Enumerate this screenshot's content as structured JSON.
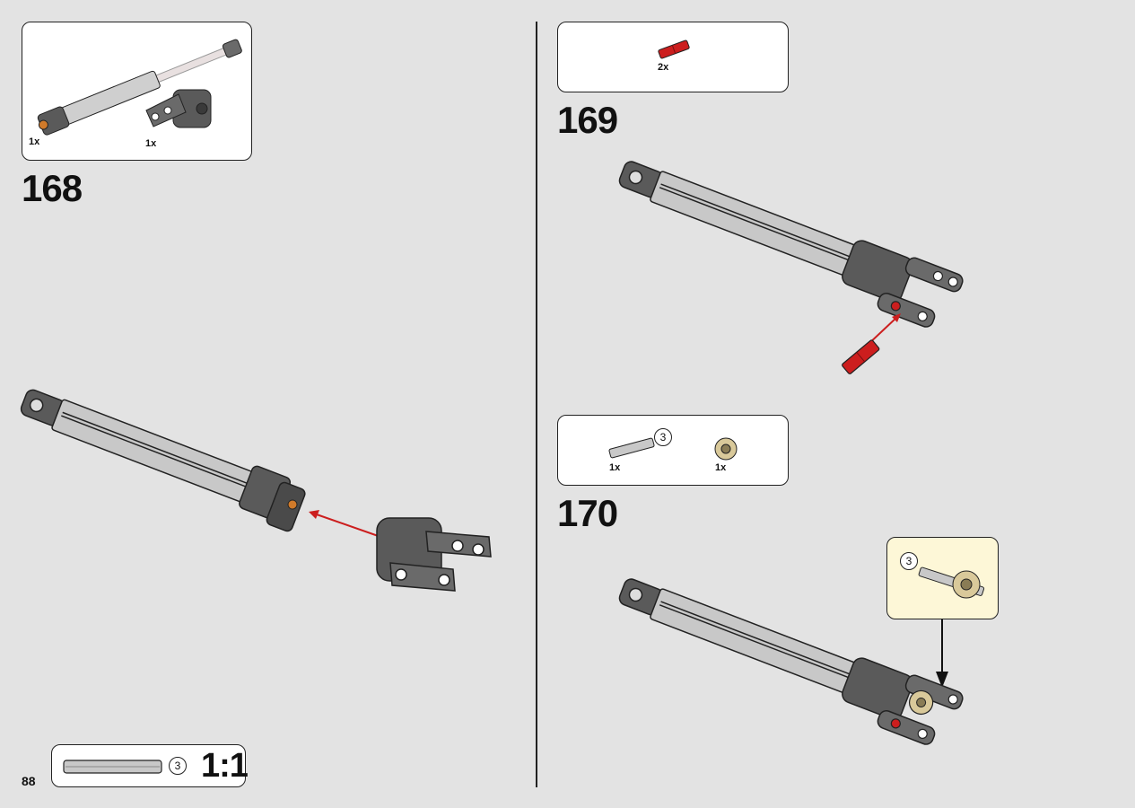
{
  "page": {
    "number": "88"
  },
  "step168": {
    "number": "168",
    "parts": [
      {
        "qty": "1x"
      },
      {
        "qty": "1x"
      }
    ]
  },
  "step169": {
    "number": "169",
    "parts": [
      {
        "qty": "2x"
      }
    ]
  },
  "step170": {
    "number": "170",
    "parts": [
      {
        "qty": "1x",
        "length": "3"
      },
      {
        "qty": "1x"
      }
    ],
    "callout_length": "3"
  },
  "scale_bar": {
    "length": "3",
    "ratio": "1:1"
  },
  "colors": {
    "dark_gray": "#5a5a5a",
    "light_gray": "#c8c8c8",
    "red": "#cc1e1e",
    "tan": "#d9c99a",
    "callout": "#fdf7d7"
  },
  "icons": [
    "shock-absorber-icon",
    "pin-connector-icon",
    "red-pin-icon",
    "axle-icon",
    "gear-icon",
    "arrow-icon"
  ]
}
